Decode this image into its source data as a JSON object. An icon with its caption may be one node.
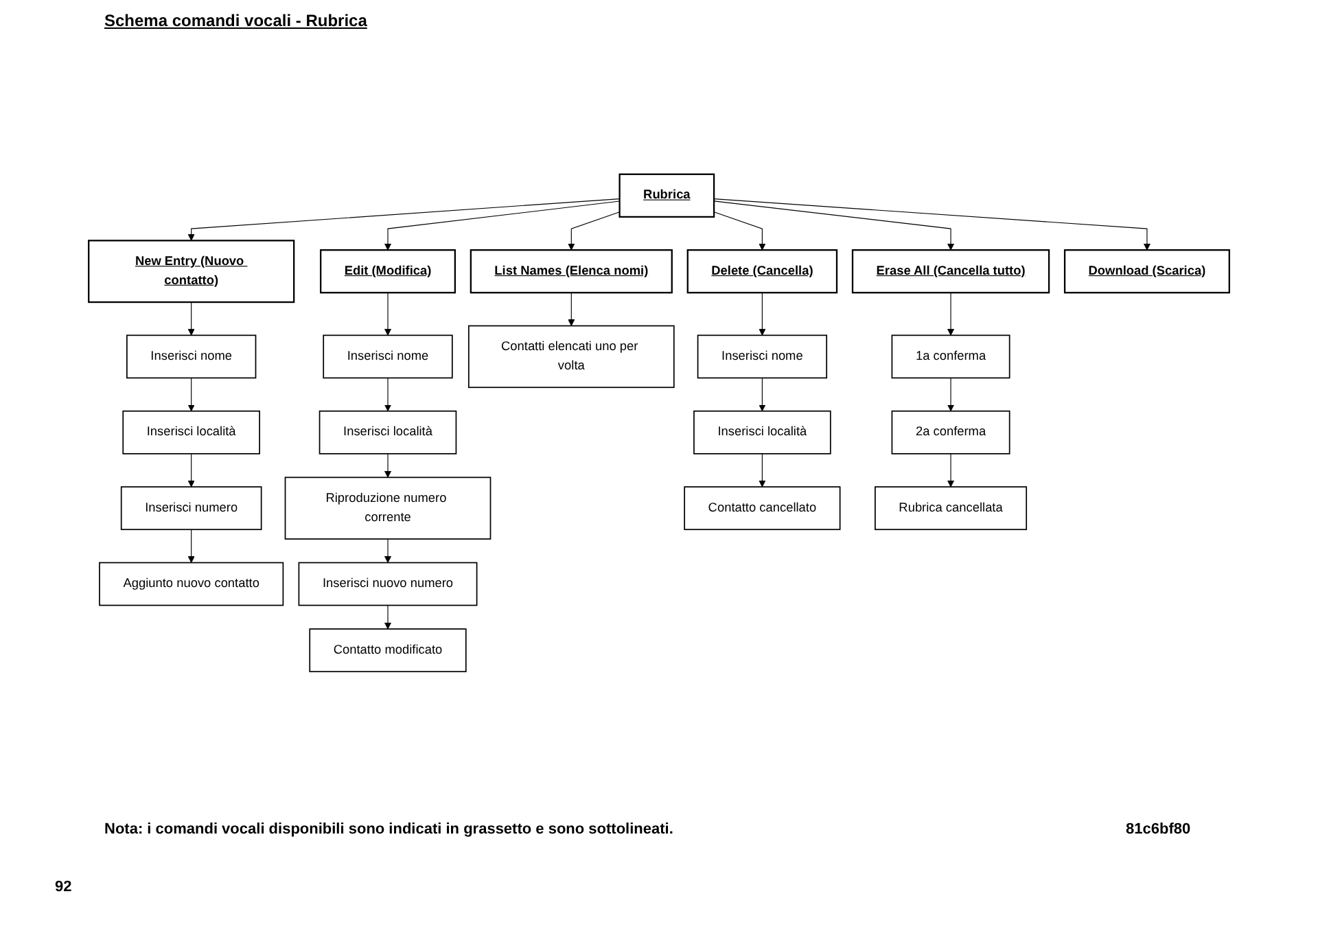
{
  "diagram": {
    "title": "Schema comandi vocali - Rubrica",
    "caption": "Nota: i comandi vocali disponibili sono indicati in grassetto e sono sottolineati.",
    "nodes": [
      {
        "text": [
          "Rubrica"
        ]
      },
      {
        "text": [
          "New Entry (Nuovo contatto)"
        ]
      },
      {
        "text": [
          "Edit (Modifica)"
        ]
      },
      {
        "text": [
          "List Names (Elenca nomi)"
        ]
      },
      {
        "text": [
          "Delete (Cancella)"
        ]
      },
      {
        "text": [
          "Erase All (Cancella tutto)"
        ]
      },
      {
        "text": [
          "Download (Scarica)"
        ]
      },
      {
        "text": [
          "Inserisci nome"
        ]
      },
      {
        "text": [
          "Inserisci località"
        ]
      },
      {
        "text": [
          "Inserisci numero"
        ]
      },
      {
        "text": [
          "Aggiunto nuovo contatto"
        ]
      },
      {
        "text": [
          "Inserisci nome"
        ]
      },
      {
        "text": [
          "Inserisci località"
        ]
      },
      {
        "text": [
          "Riproduzione numero corrente"
        ]
      },
      {
        "text": [
          "Inserisci nuovo numero"
        ]
      },
      {
        "text": [
          "Contatto modificato"
        ]
      },
      {
        "text": [
          "Contatti elencati uno per volta"
        ]
      },
      {
        "text": [
          "Inserisci nome"
        ]
      },
      {
        "text": [
          "Inserisci località"
        ]
      },
      {
        "text": [
          "Contatto cancellato"
        ]
      },
      {
        "text": [
          "1a conferma"
        ]
      },
      {
        "text": [
          "2a conferma"
        ]
      },
      {
        "text": [
          "Rubrica cancellata"
        ]
      }
    ],
    "edges": [
      {
        "from": 0,
        "to": 1,
        "arrow": "to"
      },
      {
        "from": 0,
        "to": 2,
        "arrow": "to"
      },
      {
        "from": 0,
        "to": 3,
        "arrow": "to"
      },
      {
        "from": 0,
        "to": 4,
        "arrow": "to"
      },
      {
        "from": 0,
        "to": 5,
        "arrow": "to"
      },
      {
        "from": 0,
        "to": 6,
        "arrow": "to"
      },
      {
        "from": 1,
        "to": 7,
        "arrow": "to"
      },
      {
        "from": 7,
        "to": 8,
        "arrow": "to"
      },
      {
        "from": 8,
        "to": 9,
        "arrow": "to"
      },
      {
        "from": 9,
        "to": 10,
        "arrow": "to"
      },
      {
        "from": 2,
        "to": 11,
        "arrow": "to"
      },
      {
        "from": 11,
        "to": 12,
        "arrow": "to"
      },
      {
        "from": 12,
        "to": 13,
        "arrow": "to"
      },
      {
        "from": 13,
        "to": 14,
        "arrow": "to"
      },
      {
        "from": 14,
        "to": 15,
        "arrow": "to"
      },
      {
        "from": 3,
        "to": 16,
        "arrow": "to"
      },
      {
        "from": 4,
        "to": 17,
        "arrow": "to"
      },
      {
        "from": 17,
        "to": 18,
        "arrow": "to"
      },
      {
        "from": 18,
        "to": 19,
        "arrow": "to"
      },
      {
        "from": 5,
        "to": 20,
        "arrow": "to"
      },
      {
        "from": 20,
        "to": 21,
        "arrow": "to"
      },
      {
        "from": 21,
        "to": 22,
        "arrow": "to"
      }
    ],
    "labels": [
      "81c6bf80",
      "92"
    ]
  }
}
